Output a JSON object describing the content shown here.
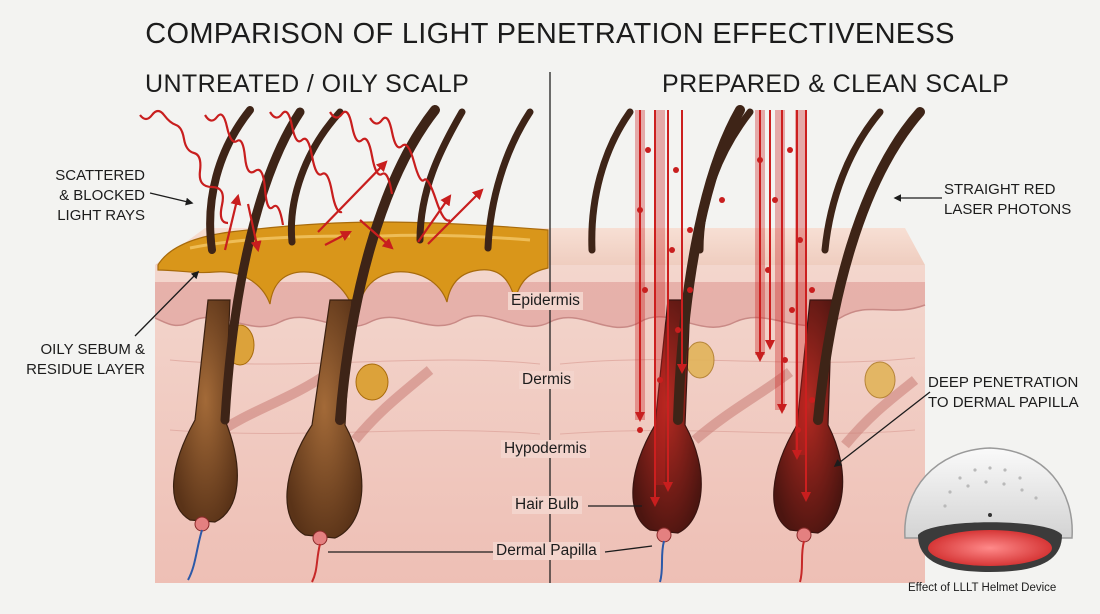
{
  "title": "COMPARISON OF LIGHT PENETRATION EFFECTIVENESS",
  "panels": {
    "left_title": "UNTREATED / OILY SCALP",
    "right_title": "PREPARED & CLEAN SCALP"
  },
  "callouts": {
    "scattered_1": "SCATTERED",
    "scattered_2": "& BLOCKED",
    "scattered_3": "LIGHT RAYS",
    "sebum_1": "OILY SEBUM &",
    "sebum_2": "RESIDUE LAYER",
    "photons_1": "STRAIGHT RED",
    "photons_2": "LASER PHOTONS",
    "deep_1": "DEEP PENETRATION",
    "deep_2": "TO DERMAL PAPILLA"
  },
  "layers": {
    "epidermis": "Epidermis",
    "dermis": "Dermis",
    "hypodermis": "Hypodermis",
    "hair_bulb": "Hair Bulb",
    "dermal_papilla": "Dermal Papilla"
  },
  "device": {
    "caption": "Effect of LLLT Helmet Device"
  },
  "colors": {
    "skin": "#f0cdc4",
    "epidermis": "#e4aaa4",
    "sebum": "#d9961a",
    "hair": "#3e2417",
    "laser": "#cc1f1f",
    "background": "#f3f3f1"
  },
  "icons": [
    "helmet-device-icon"
  ]
}
